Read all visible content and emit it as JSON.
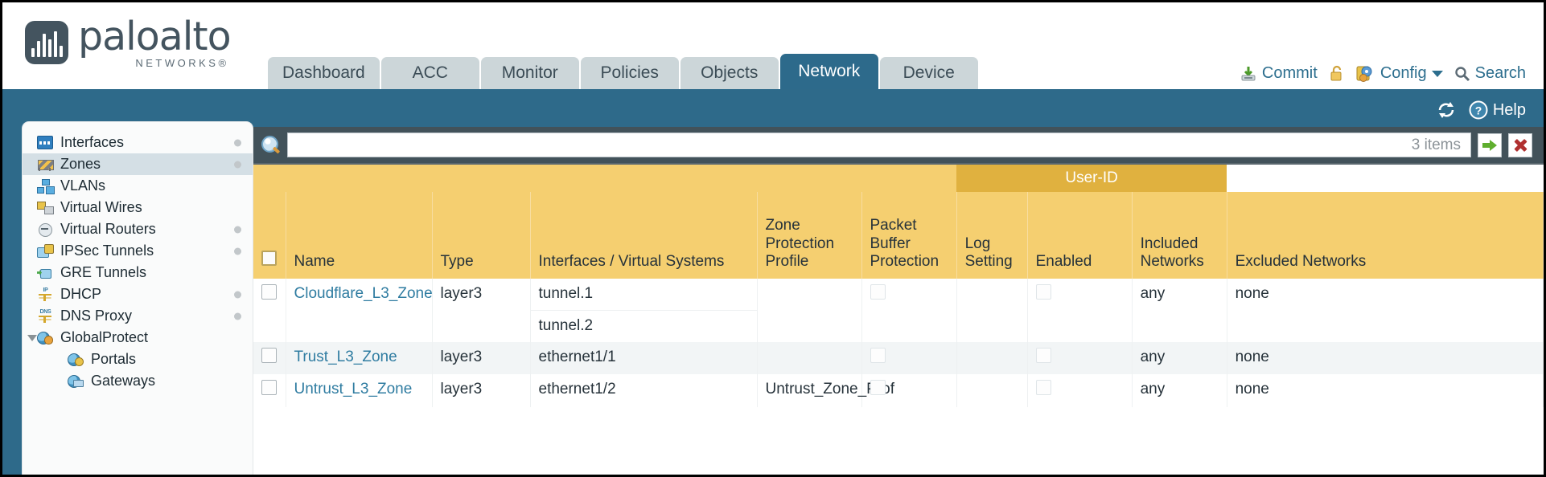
{
  "brand": {
    "name": "paloalto",
    "subtitle": "NETWORKS®"
  },
  "nav": {
    "tabs": [
      {
        "label": "Dashboard",
        "active": false
      },
      {
        "label": "ACC",
        "active": false
      },
      {
        "label": "Monitor",
        "active": false
      },
      {
        "label": "Policies",
        "active": false
      },
      {
        "label": "Objects",
        "active": false
      },
      {
        "label": "Network",
        "active": true
      },
      {
        "label": "Device",
        "active": false
      }
    ]
  },
  "header_actions": {
    "commit": "Commit",
    "config": "Config",
    "search": "Search",
    "lock_icon": "unlocked-padlock-icon",
    "commit_icon": "commit-icon",
    "config_icon": "config-wrench-icon",
    "search_icon": "search-icon",
    "dropdown_icon": "chevron-down-icon"
  },
  "band": {
    "refresh_icon": "refresh-icon",
    "help_icon": "help-icon",
    "help_label": "Help"
  },
  "sidebar": {
    "items": [
      {
        "label": "Interfaces",
        "icon": "interfaces-icon",
        "selected": false,
        "dot": true,
        "child": false,
        "expander": false
      },
      {
        "label": "Zones",
        "icon": "zones-icon",
        "selected": true,
        "dot": true,
        "child": false,
        "expander": false
      },
      {
        "label": "VLANs",
        "icon": "vlans-icon",
        "selected": false,
        "dot": false,
        "child": false,
        "expander": false
      },
      {
        "label": "Virtual Wires",
        "icon": "virtual-wires-icon",
        "selected": false,
        "dot": false,
        "child": false,
        "expander": false
      },
      {
        "label": "Virtual Routers",
        "icon": "virtual-routers-icon",
        "selected": false,
        "dot": true,
        "child": false,
        "expander": false
      },
      {
        "label": "IPSec Tunnels",
        "icon": "ipsec-tunnels-icon",
        "selected": false,
        "dot": true,
        "child": false,
        "expander": false
      },
      {
        "label": "GRE Tunnels",
        "icon": "gre-tunnels-icon",
        "selected": false,
        "dot": false,
        "child": false,
        "expander": false
      },
      {
        "label": "DHCP",
        "icon": "dhcp-icon",
        "selected": false,
        "dot": true,
        "child": false,
        "expander": false,
        "badge": "IP"
      },
      {
        "label": "DNS Proxy",
        "icon": "dns-proxy-icon",
        "selected": false,
        "dot": true,
        "child": false,
        "expander": false,
        "badge": "DNS"
      },
      {
        "label": "GlobalProtect",
        "icon": "globalprotect-icon",
        "selected": false,
        "dot": false,
        "child": false,
        "expander": true
      },
      {
        "label": "Portals",
        "icon": "portals-icon",
        "selected": false,
        "dot": false,
        "child": true,
        "expander": false
      },
      {
        "label": "Gateways",
        "icon": "gateways-icon",
        "selected": false,
        "dot": false,
        "child": true,
        "expander": false
      }
    ]
  },
  "search": {
    "value": "",
    "placeholder": "",
    "items_count": "3 items",
    "apply_icon": "apply-filter-icon",
    "clear_icon": "clear-filter-icon"
  },
  "table": {
    "group_header": {
      "label": "User-ID",
      "span": 3
    },
    "columns": [
      "Name",
      "Type",
      "Interfaces / Virtual Systems",
      "Zone Protection Profile",
      "Packet Buffer Protection",
      "Log Setting",
      "Enabled",
      "Included Networks",
      "Excluded Networks"
    ],
    "rows": [
      {
        "name": "Cloudflare_L3_Zone",
        "type": "layer3",
        "interfaces": [
          "tunnel.1",
          "tunnel.2"
        ],
        "zone_protection_profile": "",
        "packet_buffer_protection": false,
        "log_setting": "",
        "userid_enabled": false,
        "included_networks": "any",
        "excluded_networks": "none"
      },
      {
        "name": "Trust_L3_Zone",
        "type": "layer3",
        "interfaces": [
          "ethernet1/1"
        ],
        "zone_protection_profile": "",
        "packet_buffer_protection": false,
        "log_setting": "",
        "userid_enabled": false,
        "included_networks": "any",
        "excluded_networks": "none"
      },
      {
        "name": "Untrust_L3_Zone",
        "type": "layer3",
        "interfaces": [
          "ethernet1/2"
        ],
        "zone_protection_profile": "Untrust_Zone_Prof",
        "packet_buffer_protection": false,
        "log_setting": "",
        "userid_enabled": false,
        "included_networks": "any",
        "excluded_networks": "none"
      }
    ]
  },
  "colors": {
    "brand_dark": "#44545f",
    "nav_active": "#2d6a8b",
    "band_blue": "#2e6a8a",
    "header_gold": "#f5cf70",
    "group_gold": "#e0b13f",
    "link_blue": "#2f7ca1"
  }
}
